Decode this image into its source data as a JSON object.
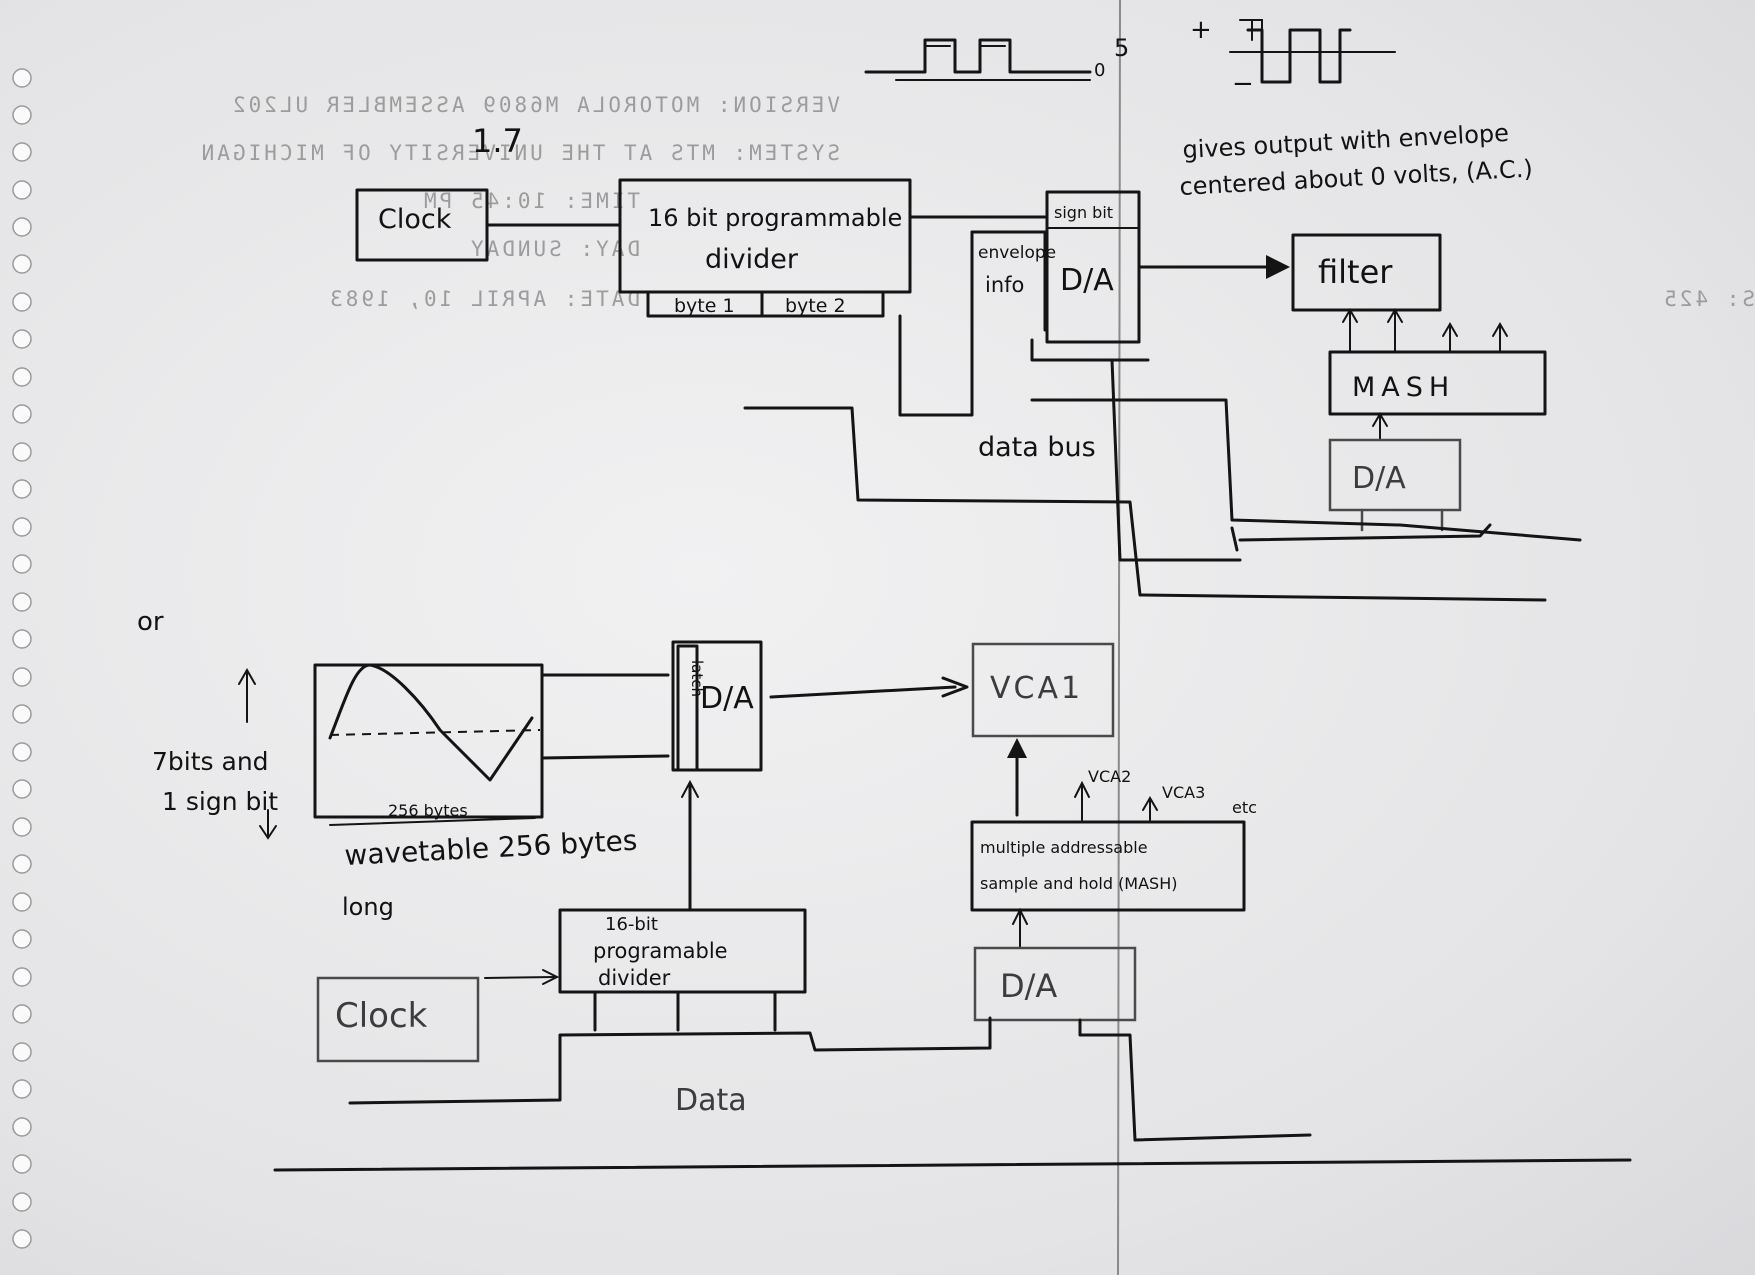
{
  "bleed_through": {
    "line1": "VERSION: MOTOROLA M6809 ASSEMBLER UL202",
    "line2": "SYSTEM:  MTS AT THE UNIVERSITY OF MICHIGAN",
    "line3": "TIME:  10:45 PM",
    "line4": "DAY: SUNDAY",
    "line5": "DATE: APRIL 10, 1983",
    "right_fragment": "S: 425"
  },
  "top": {
    "version": "1.7",
    "clock": "Clock",
    "divider_line1": "16 bit programmable",
    "divider_line2": "divider",
    "byte1": "byte 1",
    "byte2": "byte 2",
    "da_signbit": "sign bit",
    "da": "D/A",
    "envelope_line1": "envelope",
    "envelope_line2": "info",
    "filter": "filter",
    "mash": "MASH",
    "da2": "D/A",
    "data_bus": "data bus",
    "wave_high": "5",
    "wave_zero": "0",
    "plus": "+",
    "minus": "−",
    "note_line1": "gives output with envelope",
    "note_line2": "centered about 0 volts, (A.C.)"
  },
  "middle": {
    "or": "or"
  },
  "bottom": {
    "wavetable_label": "wavetable 256 bytes",
    "wavetable_long": "long",
    "bytes_span": "256 bytes",
    "bits_line1": "7bits and",
    "bits_line2": "1 sign bit",
    "da": "D/A",
    "latch": "latch",
    "vca1": "VCA1",
    "vca2": "VCA2",
    "vca3": "VCA3",
    "etc": "etc",
    "mash_line1": "multiple addressable",
    "mash_line2": "sample and hold (MASH)",
    "divider_line1": "16-bit",
    "divider_line2": "programable",
    "divider_line3": "divider",
    "clock": "Clock",
    "da2": "D/A",
    "data": "Data"
  }
}
